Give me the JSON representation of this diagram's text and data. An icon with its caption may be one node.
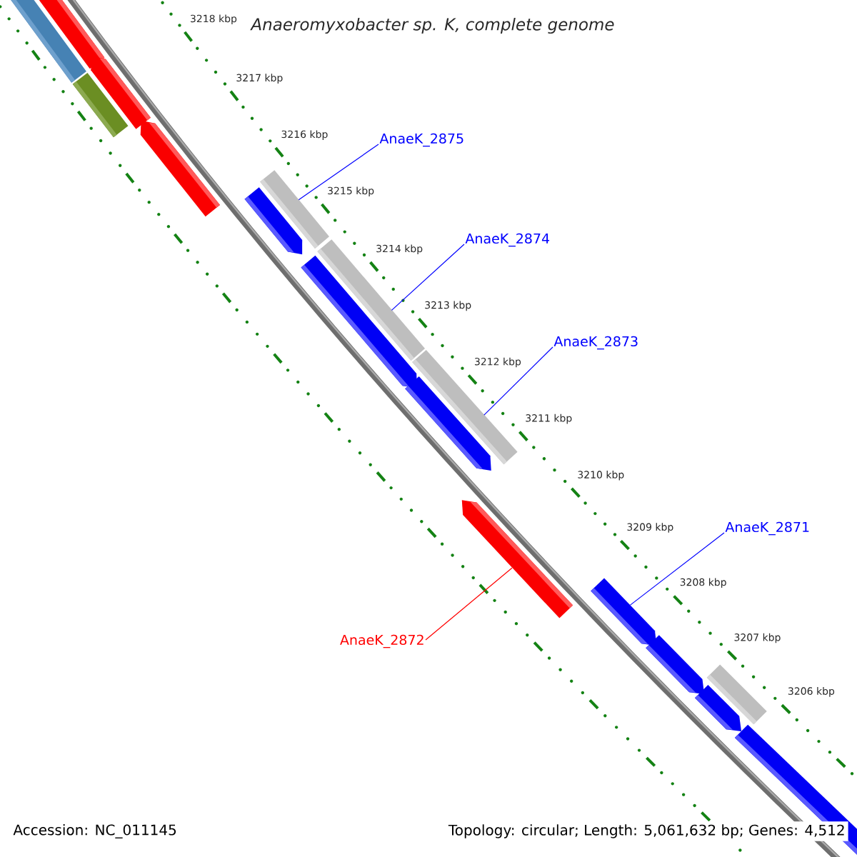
{
  "diagram": {
    "title": "Anaeromyxobacter sp. K, complete genome",
    "nodes": [
      {
        "text": [
          "AnaeK_2875"
        ]
      },
      {
        "text": [
          "AnaeK_2874"
        ]
      },
      {
        "text": [
          "AnaeK_2873"
        ]
      },
      {
        "text": [
          "AnaeK_2871"
        ]
      },
      {
        "text": [
          "AnaeK_2872"
        ]
      },
      {
        "text": [],
        "shape": "bar"
      },
      {
        "text": [],
        "shape": "arrow"
      },
      {
        "text": [],
        "shape": "arrow"
      },
      {
        "text": [],
        "shape": "bar"
      },
      {
        "text": [],
        "shape": "arrow"
      },
      {
        "text": [],
        "shape": "bar"
      },
      {
        "text": [],
        "shape": "arrow"
      },
      {
        "text": [],
        "shape": "bar"
      },
      {
        "text": [],
        "shape": "arrow"
      },
      {
        "text": [],
        "shape": "bar"
      },
      {
        "text": [],
        "shape": "arrow"
      },
      {
        "text": [],
        "shape": "arrow"
      },
      {
        "text": [],
        "shape": "arrow"
      },
      {
        "text": [],
        "shape": "arrow"
      },
      {
        "text": [],
        "shape": "bar"
      },
      {
        "text": [],
        "shape": "arrow"
      },
      {
        "text": [],
        "shape": "arrow"
      }
    ],
    "edges": [
      {
        "from": 0,
        "to": 10,
        "arrow": "none"
      },
      {
        "from": 1,
        "to": 12,
        "arrow": "none"
      },
      {
        "from": 2,
        "to": 14,
        "arrow": "none"
      },
      {
        "from": 3,
        "to": 17,
        "arrow": "none"
      },
      {
        "from": 4,
        "to": 16,
        "arrow": "none",
        "color": "#ff0000"
      }
    ],
    "labels": [
      "3218 kbp",
      "3217 kbp",
      "3216 kbp",
      "3215 kbp",
      "3214 kbp",
      "3213 kbp",
      "3212 kbp",
      "3211 kbp",
      "3210 kbp",
      "3209 kbp",
      "3208 kbp",
      "3207 kbp",
      "3206 kbp",
      "Accession: NC_011145",
      "Topology: circular; Length: 5,061,632 bp; Genes: 4,512"
    ]
  }
}
